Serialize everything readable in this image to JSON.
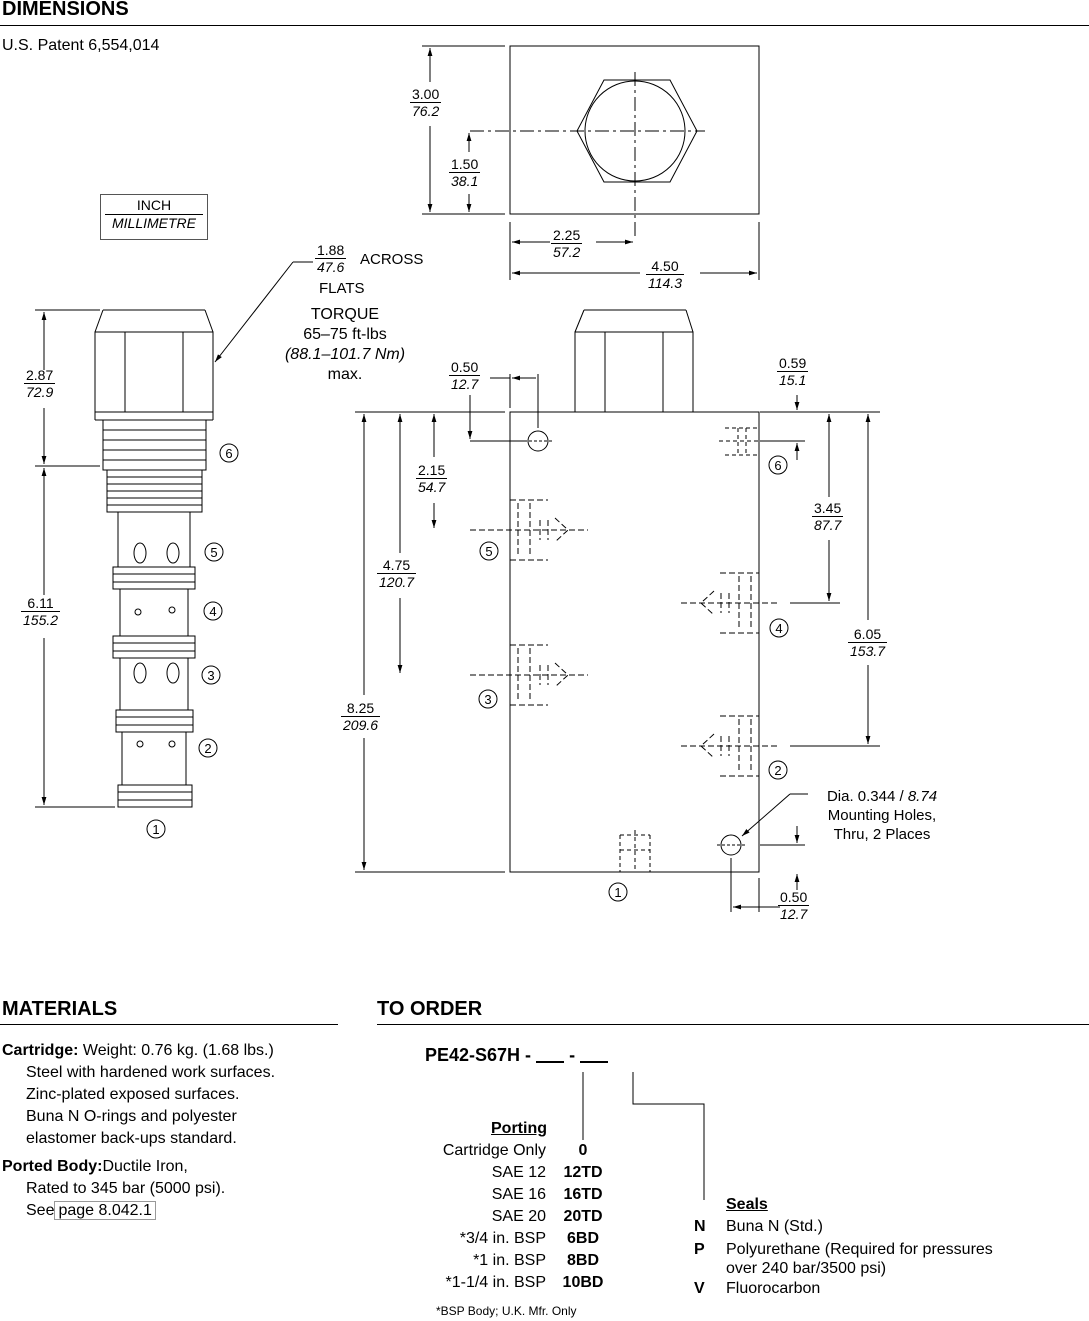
{
  "dimensions": {
    "title": "DIMENSIONS",
    "patent": "U.S. Patent 6,554,014",
    "legend": {
      "inch": "INCH",
      "mm": "MILLIMETRE"
    },
    "hex": {
      "inch": "1.88",
      "mm": "47.6",
      "label1": "ACROSS",
      "label2": "FLATS"
    },
    "torque": {
      "title": "TORQUE",
      "range": "65–75 ft-lbs",
      "metric": "(88.1–101.7 Nm)",
      "suffix": "max."
    },
    "cartridge_dims": [
      {
        "inch": "2.87",
        "mm": "72.9"
      },
      {
        "inch": "6.11",
        "mm": "155.2"
      }
    ],
    "body_top_dims": [
      {
        "inch": "3.00",
        "mm": "76.2"
      },
      {
        "inch": "1.50",
        "mm": "38.1"
      },
      {
        "inch": "2.25",
        "mm": "57.2"
      },
      {
        "inch": "4.50",
        "mm": "114.3"
      }
    ],
    "body_front_dims": [
      {
        "inch": "0.50",
        "mm": "12.7"
      },
      {
        "inch": "0.59",
        "mm": "15.1"
      },
      {
        "inch": "2.15",
        "mm": "54.7"
      },
      {
        "inch": "3.45",
        "mm": "87.7"
      },
      {
        "inch": "4.75",
        "mm": "120.7"
      },
      {
        "inch": "6.05",
        "mm": "153.7"
      },
      {
        "inch": "8.25",
        "mm": "209.6"
      },
      {
        "inch": "0.50",
        "mm": "12.7"
      }
    ],
    "mounting_note": {
      "line1": "Dia. 0.344 / ",
      "line1_mm": "8.74",
      "line2": "Mounting Holes,",
      "line3": "Thru, 2 Places"
    },
    "cartridge_ports": [
      "6",
      "5",
      "4",
      "3",
      "2",
      "1"
    ],
    "body_ports": [
      "6",
      "5",
      "4",
      "3",
      "2",
      "1"
    ]
  },
  "materials": {
    "title": "MATERIALS",
    "cartridge_label": "Cartridge:",
    "cartridge_lines": [
      " Weight: 0.76 kg. (1.68 lbs.)",
      "Steel with hardened work surfaces.",
      "Zinc-plated exposed surfaces.",
      "Buna N O-rings and polyester",
      "elastomer back-ups standard."
    ],
    "body_label": "Ported Body:",
    "body_lines": [
      "Ductile Iron,",
      "Rated to 345 bar (5000 psi)."
    ],
    "see_label": "See",
    "see_link": "page 8.042.1"
  },
  "order": {
    "title": "TO ORDER",
    "code": "PE42-S67H - ",
    "code_dash": " - ",
    "porting_title": "Porting",
    "porting": [
      {
        "name": "Cartridge Only",
        "code": "0"
      },
      {
        "name": "SAE 12",
        "code": "12TD"
      },
      {
        "name": "SAE 16",
        "code": "16TD"
      },
      {
        "name": "SAE 20",
        "code": "20TD"
      },
      {
        "name": "*3/4 in. BSP",
        "code": "6BD"
      },
      {
        "name": "*1 in. BSP",
        "code": "8BD"
      },
      {
        "name": "*1-1/4 in. BSP",
        "code": "10BD"
      }
    ],
    "bsp_note": "*BSP Body; U.K. Mfr. Only",
    "seals_title": "Seals",
    "seals": [
      {
        "code": "N",
        "text": "Buna N (Std.)"
      },
      {
        "code": "P",
        "text": "Polyurethane (Required for pressures",
        "text2": "over 240 bar/3500 psi)"
      },
      {
        "code": "V",
        "text": "Fluorocarbon"
      }
    ]
  }
}
